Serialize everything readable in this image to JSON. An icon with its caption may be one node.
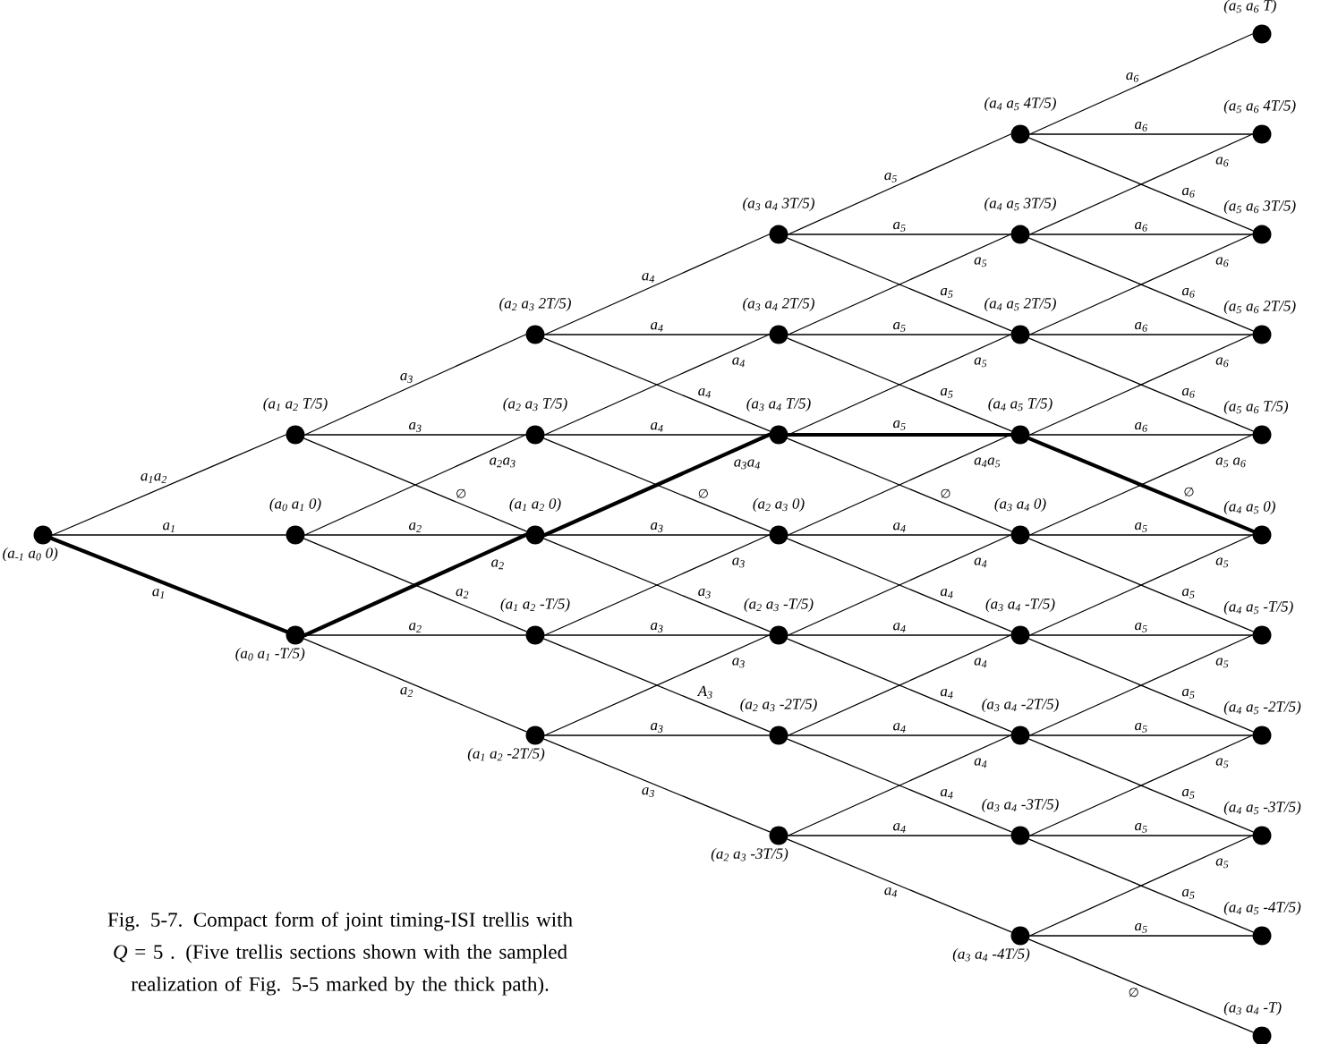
{
  "diagram": {
    "caption": "Fig. 5-7. Compact form of joint timing-ISI trellis with *Q* = 5 . (Five trellis sections shown with the sampled realization of Fig. 5-5 marked by the thick path).",
    "nodes": [
      {
        "text": [],
        "shape": "circle",
        "beside": [
          "(a$_{-1}$ a$_{0}$ 0)"
        ]
      },
      {
        "text": [],
        "shape": "circle",
        "beside": [
          "(a$_{1}$ a$_{2}$ T/5)"
        ]
      },
      {
        "text": [],
        "shape": "circle",
        "beside": [
          "(a$_{0}$ a$_{1}$ 0)"
        ]
      },
      {
        "text": [],
        "shape": "circle",
        "beside": [
          "(a$_{0}$ a$_{1}$ -T/5)"
        ]
      },
      {
        "text": [],
        "shape": "circle",
        "beside": [
          "(a$_{2}$ a$_{3}$ 2T/5)"
        ]
      },
      {
        "text": [],
        "shape": "circle",
        "beside": [
          "(a$_{2}$ a$_{3}$ T/5)"
        ]
      },
      {
        "text": [],
        "shape": "circle",
        "beside": [
          "(a$_{1}$ a$_{2}$ 0)"
        ]
      },
      {
        "text": [],
        "shape": "circle",
        "beside": [
          "(a$_{1}$ a$_{2}$ -T/5)"
        ]
      },
      {
        "text": [],
        "shape": "circle",
        "beside": [
          "(a$_{1}$ a$_{2}$ -2T/5)"
        ]
      },
      {
        "text": [],
        "shape": "circle",
        "beside": [
          "(a$_{3}$ a$_{4}$ 3T/5)"
        ]
      },
      {
        "text": [],
        "shape": "circle",
        "beside": [
          "(a$_{3}$ a$_{4}$ 2T/5)"
        ]
      },
      {
        "text": [],
        "shape": "circle",
        "beside": [
          "(a$_{3}$ a$_{4}$ T/5)"
        ]
      },
      {
        "text": [],
        "shape": "circle",
        "beside": [
          "(a$_{2}$ a$_{3}$ 0)"
        ]
      },
      {
        "text": [],
        "shape": "circle",
        "beside": [
          "(a$_{2}$ a$_{3}$ -T/5)"
        ]
      },
      {
        "text": [],
        "shape": "circle",
        "beside": [
          "(a$_{2}$ a$_{3}$ -2T/5)"
        ]
      },
      {
        "text": [],
        "shape": "circle",
        "beside": [
          "(a$_{2}$ a$_{3}$ -3T/5)"
        ]
      },
      {
        "text": [],
        "shape": "circle",
        "beside": [
          "(a$_{4}$ a$_{5}$ 4T/5)"
        ]
      },
      {
        "text": [],
        "shape": "circle",
        "beside": [
          "(a$_{4}$ a$_{5}$ 3T/5)"
        ]
      },
      {
        "text": [],
        "shape": "circle",
        "beside": [
          "(a$_{4}$ a$_{5}$ 2T/5)"
        ]
      },
      {
        "text": [],
        "shape": "circle",
        "beside": [
          "(a$_{4}$ a$_{5}$ T/5)"
        ]
      },
      {
        "text": [],
        "shape": "circle",
        "beside": [
          "(a$_{3}$ a$_{4}$ 0)"
        ]
      },
      {
        "text": [],
        "shape": "circle",
        "beside": [
          "(a$_{3}$ a$_{4}$ -T/5)"
        ]
      },
      {
        "text": [],
        "shape": "circle",
        "beside": [
          "(a$_{3}$ a$_{4}$ -2T/5)"
        ]
      },
      {
        "text": [],
        "shape": "circle",
        "beside": [
          "(a$_{3}$ a$_{4}$ -3T/5)"
        ]
      },
      {
        "text": [],
        "shape": "circle",
        "beside": [
          "(a$_{3}$ a$_{4}$ -4T/5)"
        ]
      },
      {
        "text": [],
        "shape": "circle",
        "beside": [
          "(a$_{5}$ a$_{6}$ T)"
        ]
      },
      {
        "text": [],
        "shape": "circle",
        "beside": [
          "(a$_{5}$ a$_{6}$ 4T/5)"
        ]
      },
      {
        "text": [],
        "shape": "circle",
        "beside": [
          "(a$_{5}$ a$_{6}$ 3T/5)"
        ]
      },
      {
        "text": [],
        "shape": "circle",
        "beside": [
          "(a$_{5}$ a$_{6}$ 2T/5)"
        ]
      },
      {
        "text": [],
        "shape": "circle",
        "beside": [
          "(a$_{5}$ a$_{6}$ T/5)"
        ]
      },
      {
        "text": [],
        "shape": "circle",
        "beside": [
          "(a$_{4}$ a$_{5}$ 0)"
        ]
      },
      {
        "text": [],
        "shape": "circle",
        "beside": [
          "(a$_{4}$ a$_{5}$ -T/5)"
        ]
      },
      {
        "text": [],
        "shape": "circle",
        "beside": [
          "(a$_{4}$ a$_{5}$ -2T/5)"
        ]
      },
      {
        "text": [],
        "shape": "circle",
        "beside": [
          "(a$_{4}$ a$_{5}$ -3T/5)"
        ]
      },
      {
        "text": [],
        "shape": "circle",
        "beside": [
          "(a$_{4}$ a$_{5}$ -4T/5)"
        ]
      },
      {
        "text": [],
        "shape": "circle",
        "beside": [
          "(a$_{3}$ a$_{4}$ -T)"
        ]
      }
    ],
    "edges": [
      {
        "from": 0,
        "to": 1,
        "arrow": "none",
        "label": "a$_{1}$a$_{2}$"
      },
      {
        "from": 0,
        "to": 2,
        "arrow": "none",
        "label": "a$_{1}$"
      },
      {
        "from": 0,
        "to": 3,
        "arrow": "none",
        "label": "a$_{1}$",
        "style": "thick"
      },
      {
        "from": 1,
        "to": 4,
        "arrow": "none",
        "label": "a$_{3}$"
      },
      {
        "from": 1,
        "to": 5,
        "arrow": "none",
        "label": "a$_{3}$"
      },
      {
        "from": 1,
        "to": 6,
        "arrow": "none",
        "label": "∅"
      },
      {
        "from": 2,
        "to": 5,
        "arrow": "none",
        "label": "a$_{2}$a$_{3}$"
      },
      {
        "from": 2,
        "to": 6,
        "arrow": "none",
        "label": "a$_{2}$"
      },
      {
        "from": 2,
        "to": 7,
        "arrow": "none",
        "label": "a$_{2}$"
      },
      {
        "from": 3,
        "to": 6,
        "arrow": "none",
        "label": "a$_{2}$",
        "style": "thick"
      },
      {
        "from": 3,
        "to": 7,
        "arrow": "none",
        "label": "a$_{2}$"
      },
      {
        "from": 3,
        "to": 8,
        "arrow": "none",
        "label": "a$_{2}$"
      },
      {
        "from": 4,
        "to": 9,
        "arrow": "none",
        "label": "a$_{4}$"
      },
      {
        "from": 4,
        "to": 10,
        "arrow": "none",
        "label": "a$_{4}$"
      },
      {
        "from": 4,
        "to": 11,
        "arrow": "none",
        "label": "a$_{4}$"
      },
      {
        "from": 5,
        "to": 10,
        "arrow": "none",
        "label": "a$_{4}$"
      },
      {
        "from": 5,
        "to": 11,
        "arrow": "none",
        "label": "a$_{4}$"
      },
      {
        "from": 5,
        "to": 12,
        "arrow": "none",
        "label": "∅"
      },
      {
        "from": 6,
        "to": 11,
        "arrow": "none",
        "label": "a$_{3}$a$_{4}$",
        "style": "thick"
      },
      {
        "from": 6,
        "to": 12,
        "arrow": "none",
        "label": "a$_{3}$"
      },
      {
        "from": 6,
        "to": 13,
        "arrow": "none",
        "label": "a$_{3}$"
      },
      {
        "from": 7,
        "to": 12,
        "arrow": "none",
        "label": "a$_{3}$"
      },
      {
        "from": 7,
        "to": 13,
        "arrow": "none",
        "label": "a$_{3}$"
      },
      {
        "from": 7,
        "to": 14,
        "arrow": "none",
        "label": "A$_{3}$"
      },
      {
        "from": 8,
        "to": 13,
        "arrow": "none",
        "label": "a$_{3}$"
      },
      {
        "from": 8,
        "to": 14,
        "arrow": "none",
        "label": "a$_{3}$"
      },
      {
        "from": 8,
        "to": 15,
        "arrow": "none",
        "label": "a$_{3}$"
      },
      {
        "from": 9,
        "to": 16,
        "arrow": "none",
        "label": "a$_{5}$"
      },
      {
        "from": 9,
        "to": 17,
        "arrow": "none",
        "label": "a$_{5}$"
      },
      {
        "from": 9,
        "to": 18,
        "arrow": "none",
        "label": "a$_{5}$"
      },
      {
        "from": 10,
        "to": 17,
        "arrow": "none",
        "label": "a$_{5}$"
      },
      {
        "from": 10,
        "to": 18,
        "arrow": "none",
        "label": "a$_{5}$"
      },
      {
        "from": 10,
        "to": 19,
        "arrow": "none",
        "label": "a$_{5}$"
      },
      {
        "from": 11,
        "to": 18,
        "arrow": "none",
        "label": "a$_{5}$"
      },
      {
        "from": 11,
        "to": 19,
        "arrow": "none",
        "label": "a$_{5}$",
        "style": "thick"
      },
      {
        "from": 11,
        "to": 20,
        "arrow": "none",
        "label": "∅"
      },
      {
        "from": 12,
        "to": 19,
        "arrow": "none",
        "label": "a$_{4}$a$_{5}$"
      },
      {
        "from": 12,
        "to": 20,
        "arrow": "none",
        "label": "a$_{4}$"
      },
      {
        "from": 12,
        "to": 21,
        "arrow": "none",
        "label": "a$_{4}$"
      },
      {
        "from": 13,
        "to": 20,
        "arrow": "none",
        "label": "a$_{4}$"
      },
      {
        "from": 13,
        "to": 21,
        "arrow": "none",
        "label": "a$_{4}$"
      },
      {
        "from": 13,
        "to": 22,
        "arrow": "none",
        "label": "a$_{4}$"
      },
      {
        "from": 14,
        "to": 21,
        "arrow": "none",
        "label": "a$_{4}$"
      },
      {
        "from": 14,
        "to": 22,
        "arrow": "none",
        "label": "a$_{4}$"
      },
      {
        "from": 14,
        "to": 23,
        "arrow": "none",
        "label": "a$_{4}$"
      },
      {
        "from": 15,
        "to": 22,
        "arrow": "none",
        "label": "a$_{4}$"
      },
      {
        "from": 15,
        "to": 23,
        "arrow": "none",
        "label": "a$_{4}$"
      },
      {
        "from": 15,
        "to": 24,
        "arrow": "none",
        "label": "a$_{4}$"
      },
      {
        "from": 16,
        "to": 25,
        "arrow": "none",
        "label": "a$_{6}$"
      },
      {
        "from": 16,
        "to": 26,
        "arrow": "none",
        "label": "a$_{6}$"
      },
      {
        "from": 16,
        "to": 27,
        "arrow": "none",
        "label": "a$_{6}$"
      },
      {
        "from": 17,
        "to": 26,
        "arrow": "none",
        "label": "a$_{6}$"
      },
      {
        "from": 17,
        "to": 27,
        "arrow": "none",
        "label": "a$_{6}$"
      },
      {
        "from": 17,
        "to": 28,
        "arrow": "none",
        "label": "a$_{6}$"
      },
      {
        "from": 18,
        "to": 27,
        "arrow": "none",
        "label": "a$_{6}$"
      },
      {
        "from": 18,
        "to": 28,
        "arrow": "none",
        "label": "a$_{6}$"
      },
      {
        "from": 18,
        "to": 29,
        "arrow": "none",
        "label": "a$_{6}$"
      },
      {
        "from": 19,
        "to": 28,
        "arrow": "none",
        "label": "a$_{6}$"
      },
      {
        "from": 19,
        "to": 29,
        "arrow": "none",
        "label": "a$_{6}$"
      },
      {
        "from": 19,
        "to": 30,
        "arrow": "none",
        "label": "∅",
        "style": "thick"
      },
      {
        "from": 20,
        "to": 29,
        "arrow": "none",
        "label": "a$_{5}$ a$_{6}$"
      },
      {
        "from": 20,
        "to": 30,
        "arrow": "none",
        "label": "a$_{5}$"
      },
      {
        "from": 20,
        "to": 31,
        "arrow": "none",
        "label": "a$_{5}$"
      },
      {
        "from": 21,
        "to": 30,
        "arrow": "none",
        "label": "a$_{5}$"
      },
      {
        "from": 21,
        "to": 31,
        "arrow": "none",
        "label": "a$_{5}$"
      },
      {
        "from": 21,
        "to": 32,
        "arrow": "none",
        "label": "a$_{5}$"
      },
      {
        "from": 22,
        "to": 31,
        "arrow": "none",
        "label": "a$_{5}$"
      },
      {
        "from": 22,
        "to": 32,
        "arrow": "none",
        "label": "a$_{5}$"
      },
      {
        "from": 22,
        "to": 33,
        "arrow": "none",
        "label": "a$_{5}$"
      },
      {
        "from": 23,
        "to": 32,
        "arrow": "none",
        "label": "a$_{5}$"
      },
      {
        "from": 23,
        "to": 33,
        "arrow": "none",
        "label": "a$_{5}$"
      },
      {
        "from": 23,
        "to": 34,
        "arrow": "none",
        "label": "a$_{5}$"
      },
      {
        "from": 24,
        "to": 33,
        "arrow": "none",
        "label": "a$_{5}$"
      },
      {
        "from": 24,
        "to": 34,
        "arrow": "none",
        "label": "a$_{5}$"
      },
      {
        "from": 24,
        "to": 35,
        "arrow": "none",
        "label": "∅"
      }
    ]
  }
}
